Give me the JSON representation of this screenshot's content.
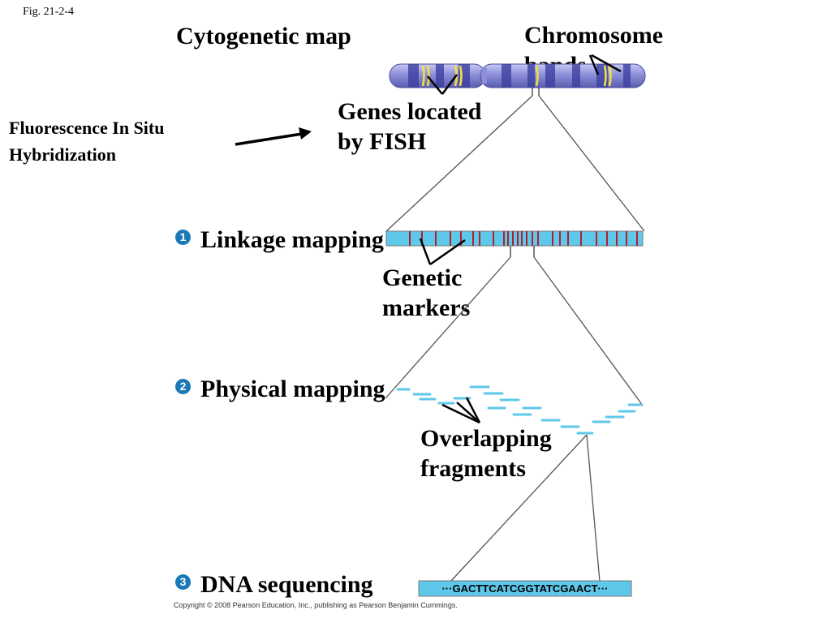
{
  "figure_label": "Fig. 21-2-4",
  "title": "Cytogenetic map",
  "labels": {
    "chromosome_bands": [
      "Chromosome",
      "bands"
    ],
    "genes_fish": [
      "Genes located",
      "by FISH"
    ],
    "fish_method": [
      "Fluorescence In Situ",
      "Hybridization"
    ],
    "genetic_markers": [
      "Genetic",
      "markers"
    ],
    "overlapping_fragments": [
      "Overlapping",
      "fragments"
    ]
  },
  "steps": [
    {
      "number": "1",
      "label": "Linkage mapping"
    },
    {
      "number": "2",
      "label": "Physical mapping"
    },
    {
      "number": "3",
      "label": "DNA sequencing"
    }
  ],
  "dna_sequence": "···GACTTCATCGGTATCGAACT···",
  "copyright": "Copyright © 2008 Pearson Education, Inc., publishing as Pearson Benjamin Cummings.",
  "colors": {
    "chromosome": "#8c8fd8",
    "chromosome_band": "#2f3480",
    "fish_signal": "#f5e33a",
    "linkage_bar": "#5ec8ea",
    "marker": "#b02030",
    "fragment": "#5ec8ea",
    "badge": "#1a79b6"
  }
}
